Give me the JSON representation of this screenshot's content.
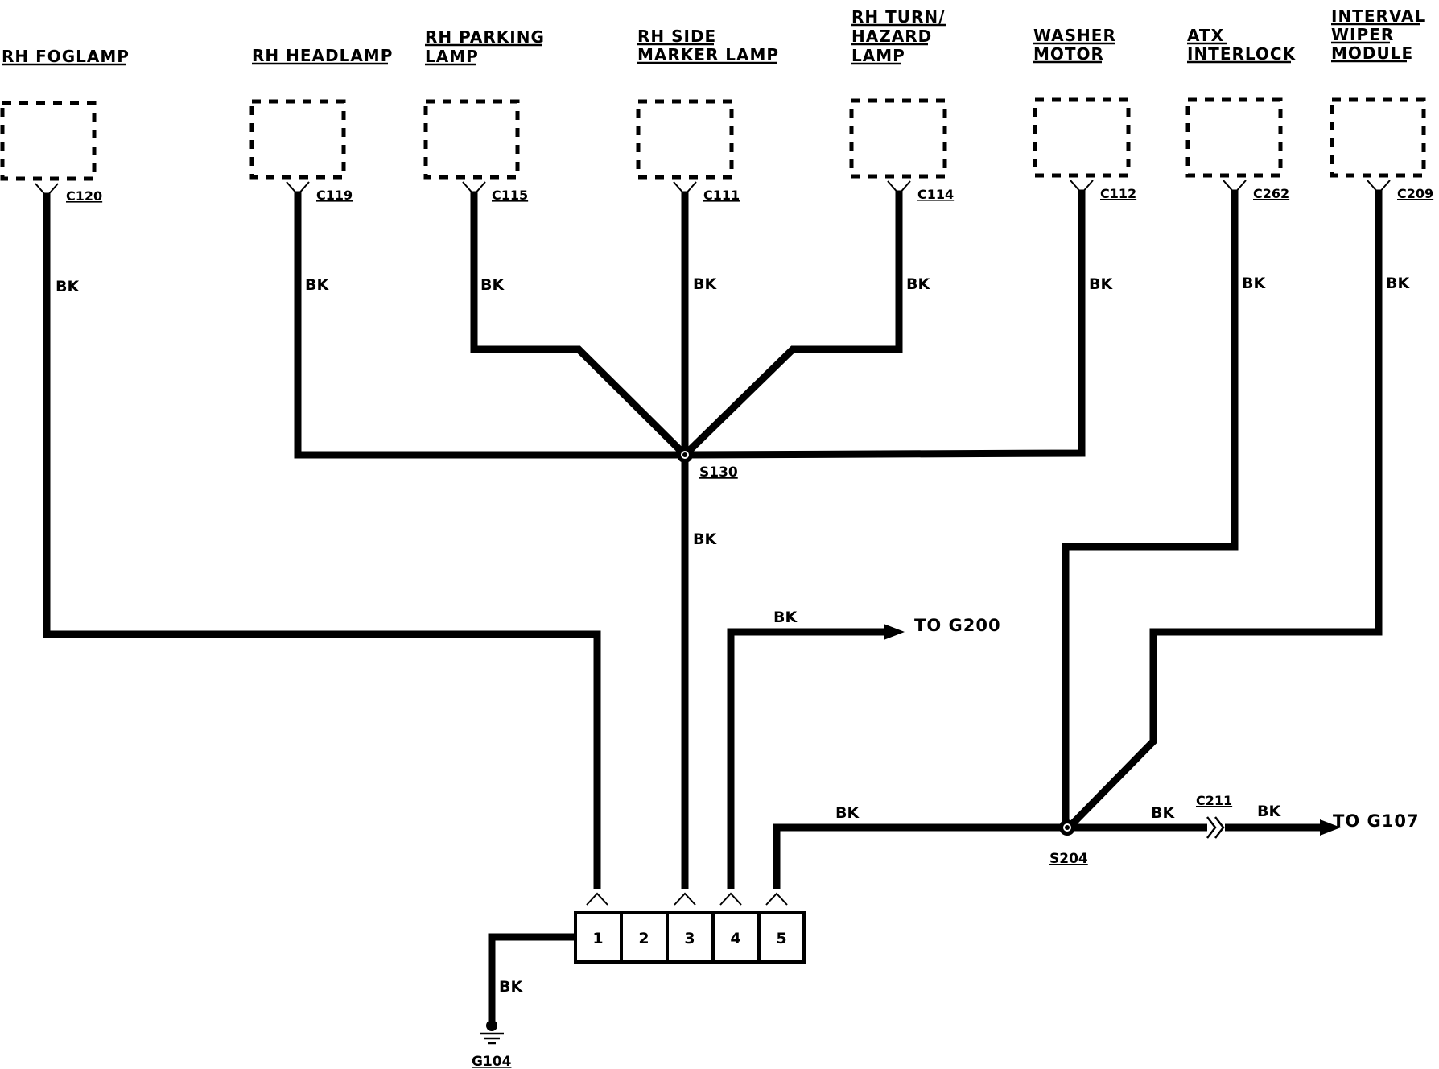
{
  "components": [
    {
      "lines": [
        "RH FOGLAMP"
      ],
      "connector": "C120"
    },
    {
      "lines": [
        "RH HEADLAMP"
      ],
      "connector": "C119"
    },
    {
      "lines": [
        "RH PARKING",
        "LAMP"
      ],
      "connector": "C115"
    },
    {
      "lines": [
        "RH SIDE",
        "MARKER LAMP"
      ],
      "connector": "C111"
    },
    {
      "lines": [
        "RH TURN/",
        "HAZARD",
        "LAMP"
      ],
      "connector": "C114"
    },
    {
      "lines": [
        "WASHER",
        "MOTOR"
      ],
      "connector": "C112"
    },
    {
      "lines": [
        "ATX",
        "INTERLOCK"
      ],
      "connector": "C262"
    },
    {
      "lines": [
        "INTERVAL",
        "WIPER",
        "MODULE"
      ],
      "connector": "C209"
    }
  ],
  "wire_color": "BK",
  "splices": {
    "s130": "S130",
    "s204": "S204"
  },
  "in_line_connector": "C211",
  "destinations": {
    "g200": "TO G200",
    "g107": "TO G107"
  },
  "ground": "G104",
  "terminal_pins": [
    "1",
    "2",
    "3",
    "4",
    "5"
  ]
}
